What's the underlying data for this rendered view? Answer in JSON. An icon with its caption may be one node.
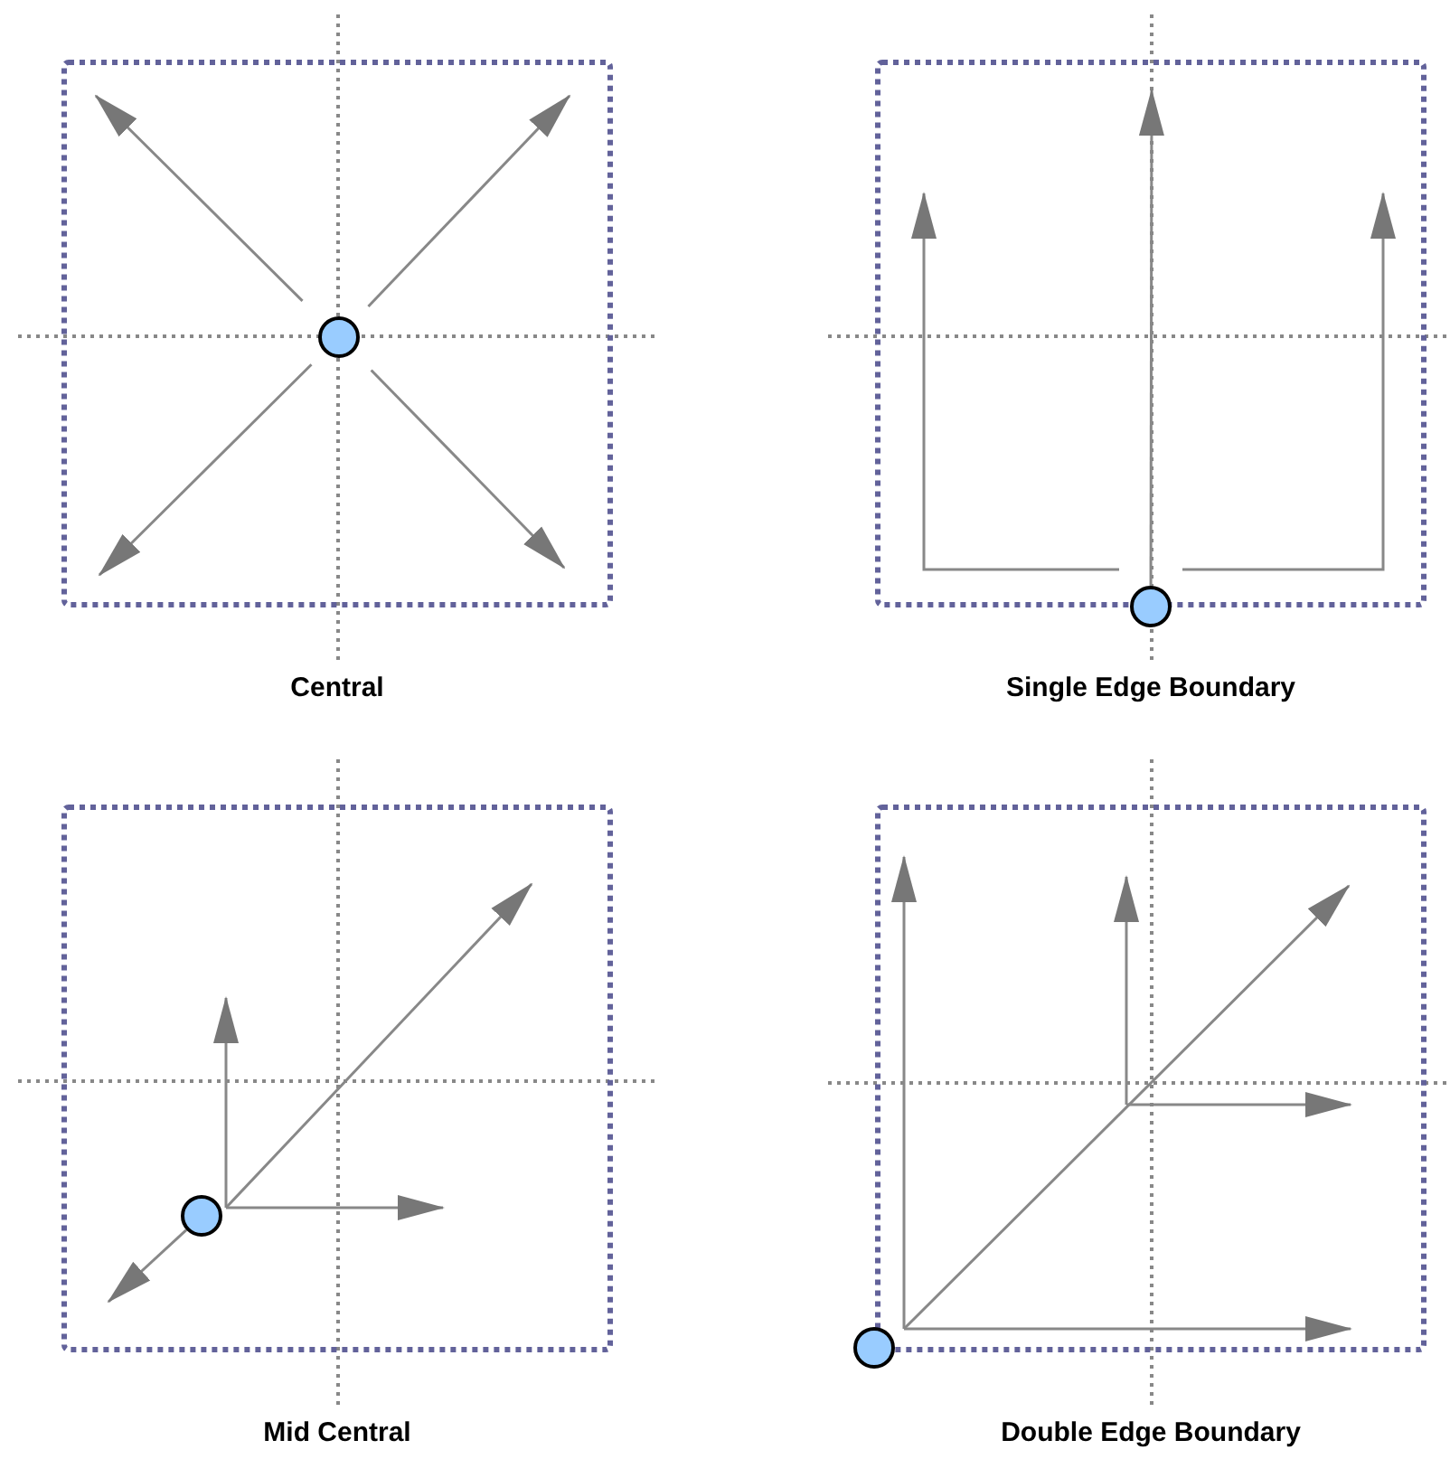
{
  "diagram": {
    "nodes": [
      {
        "text": [],
        "shape": "box",
        "beside": [
          "Central"
        ]
      },
      {
        "text": [],
        "shape": "circle",
        "in": 0
      },
      {
        "text": [],
        "shape": "box",
        "beside": [
          "Single Edge Boundary"
        ]
      },
      {
        "text": [],
        "shape": "circle",
        "in": 2
      },
      {
        "text": [],
        "shape": "box",
        "beside": [
          "Mid Central"
        ]
      },
      {
        "text": [],
        "shape": "circle",
        "in": 4
      },
      {
        "text": [],
        "shape": "box",
        "beside": [
          "Double Edge Boundary"
        ]
      },
      {
        "text": [],
        "shape": "circle"
      }
    ],
    "edges": [
      {
        "from": 1,
        "to": null,
        "arrow": "to"
      },
      {
        "from": 1,
        "to": null,
        "arrow": "to"
      },
      {
        "from": 1,
        "to": null,
        "arrow": "to"
      },
      {
        "from": 1,
        "to": null,
        "arrow": "to"
      },
      {
        "from": 3,
        "to": null,
        "arrow": "to"
      },
      {
        "from": 3,
        "to": null,
        "arrow": "to"
      },
      {
        "from": 3,
        "to": null,
        "arrow": "to"
      },
      {
        "from": 5,
        "to": null,
        "arrow": "to"
      }
    ]
  }
}
